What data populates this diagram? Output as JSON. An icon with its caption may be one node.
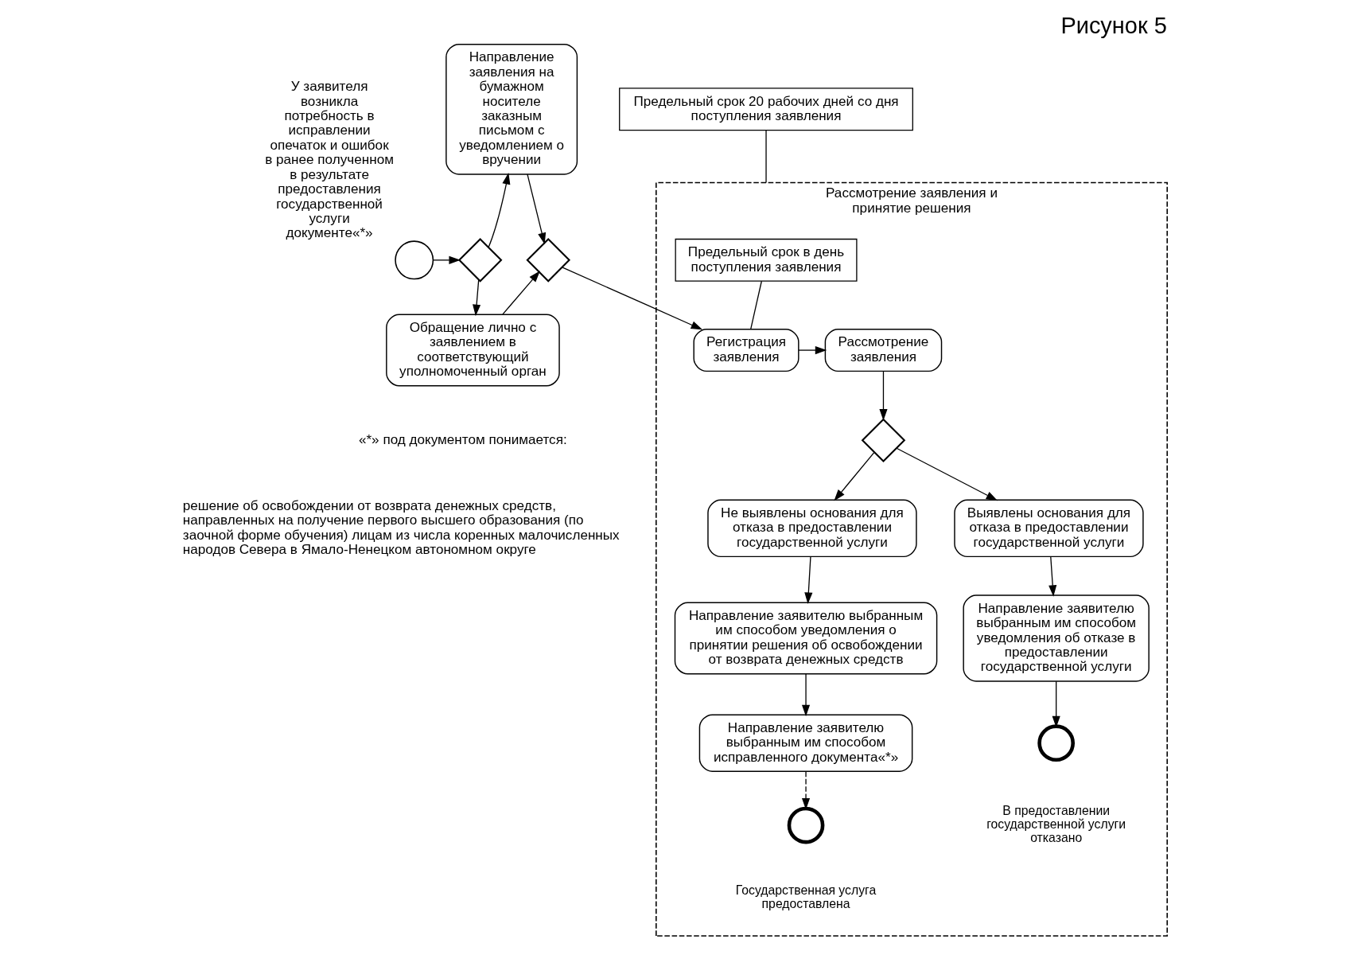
{
  "diagram": {
    "title": "Рисунок 5",
    "nodes": [
      {
        "text": [],
        "shape": "circle",
        "beside": [
          "У заявителя возникла потребность в исправлении опечаток и ошибок в ранее полученном в результате предоставления государственной услуги документе«*»"
        ]
      },
      {
        "text": [],
        "shape": "diamond"
      },
      {
        "text": [
          "Направление заявления на бумажном носителе заказным письмом с уведомлением о вручении"
        ]
      },
      {
        "text": [
          "Обращение лично с заявлением в соответствующий уполномоченный орган"
        ]
      },
      {
        "text": [],
        "shape": "diamond"
      },
      {
        "text": [
          "Рассмотрение заявления и принятие решения"
        ]
      },
      {
        "text": [
          "Предельный срок 20 рабочих дней со дня поступления заявления"
        ]
      },
      {
        "text": [
          "Предельный срок в день поступления заявления"
        ],
        "in": 5
      },
      {
        "text": [
          "Регистрация заявления"
        ],
        "in": 5
      },
      {
        "text": [
          "Рассмотрение заявления"
        ],
        "in": 5
      },
      {
        "text": [],
        "shape": "diamond",
        "in": 5
      },
      {
        "text": [
          "Не выявлены основания для отказа в предоставлении государственной услуги"
        ],
        "in": 5
      },
      {
        "text": [
          "Выявлены основания для отказа в предоставлении государственной услуги"
        ],
        "in": 5
      },
      {
        "text": [
          "Направление заявителю выбранным им способом уведомления о принятии решения об освобождении от возврата денежных средств"
        ],
        "in": 5
      },
      {
        "text": [
          "Направление заявителю выбранным им способом уведомления об отказе в предоставлении государственной услуги"
        ],
        "in": 5
      },
      {
        "text": [
          "Направление заявителю выбранным им способом исправленного документа«*»"
        ],
        "in": 5
      },
      {
        "text": [],
        "shape": "circle",
        "in": 5,
        "beside": [
          "Государственная услуга предоставлена"
        ]
      },
      {
        "text": [],
        "shape": "circle",
        "in": 5,
        "beside": [
          "В предоставлении государственной услуги отказано"
        ]
      }
    ],
    "edges": [
      {
        "from": 0,
        "to": 1,
        "arrow": "to"
      },
      {
        "from": 1,
        "to": 2,
        "arrow": "to"
      },
      {
        "from": 1,
        "to": 3,
        "arrow": "to"
      },
      {
        "from": 2,
        "to": 4,
        "arrow": "to"
      },
      {
        "from": 3,
        "to": 4,
        "arrow": "to"
      },
      {
        "from": 4,
        "to": 8,
        "arrow": "to"
      },
      {
        "from": 6,
        "to": 5,
        "arrow": "none"
      },
      {
        "from": 7,
        "to": 8,
        "arrow": "none"
      },
      {
        "from": 8,
        "to": 9,
        "arrow": "to"
      },
      {
        "from": 9,
        "to": 10,
        "arrow": "to"
      },
      {
        "from": 10,
        "to": 11,
        "arrow": "to"
      },
      {
        "from": 10,
        "to": 12,
        "arrow": "to"
      },
      {
        "from": 11,
        "to": 13,
        "arrow": "to"
      },
      {
        "from": 13,
        "to": 15,
        "arrow": "to"
      },
      {
        "from": 15,
        "to": 16,
        "arrow": "to",
        "style": "dashed"
      },
      {
        "from": 12,
        "to": 14,
        "arrow": "to"
      },
      {
        "from": 14,
        "to": 17,
        "arrow": "to"
      }
    ],
    "labels": [
      "«*» под документом понимается:",
      "решение об освобождении от возврата денежных средств, направленных на получение первого высшего образования (по заочной форме обучения) лицам из числа коренных малочисленных народов Севера в Ямало-Ненецком автономном округе"
    ]
  }
}
